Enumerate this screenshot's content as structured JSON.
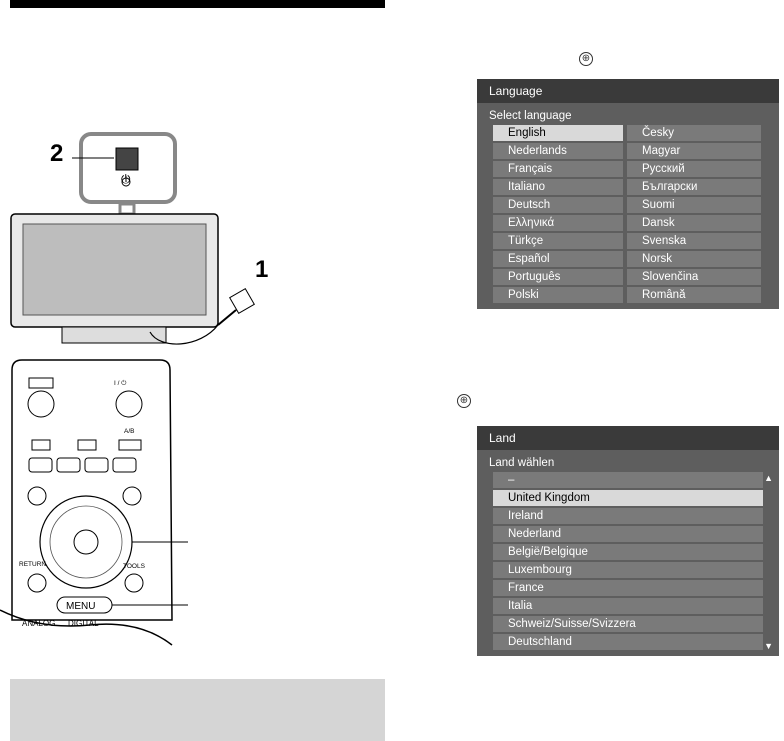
{
  "glyph": "⊕",
  "callout_1": "1",
  "callout_2": "2",
  "standby": "⏻",
  "remote": {
    "power": "I / ⏻",
    "ab": "A/B",
    "return": "RETURN",
    "tools": "TOOLS",
    "menu": "MENU",
    "analog": "ANALOG",
    "digital": "DIGITAL"
  },
  "language_menu": {
    "title": "Language",
    "subtitle": "Select language",
    "left": [
      "English",
      "Nederlands",
      "Français",
      "Italiano",
      "Deutsch",
      "Ελληνικά",
      "Türkçe",
      "Español",
      "Português",
      "Polski"
    ],
    "right": [
      "Česky",
      "Magyar",
      "Русский",
      "Български",
      "Suomi",
      "Dansk",
      "Svenska",
      "Norsk",
      "Slovenčina",
      "Română"
    ],
    "selected": "English"
  },
  "country_menu": {
    "title": "Land",
    "subtitle": "Land wählen",
    "items": [
      "–",
      "United Kingdom",
      "Ireland",
      "Nederland",
      "België/Belgique",
      "Luxembourg",
      "France",
      "Italia",
      "Schweiz/Suisse/Svizzera",
      "Deutschland"
    ],
    "selected": "United Kingdom",
    "scroll_up": "▲",
    "scroll_down": "▼"
  }
}
